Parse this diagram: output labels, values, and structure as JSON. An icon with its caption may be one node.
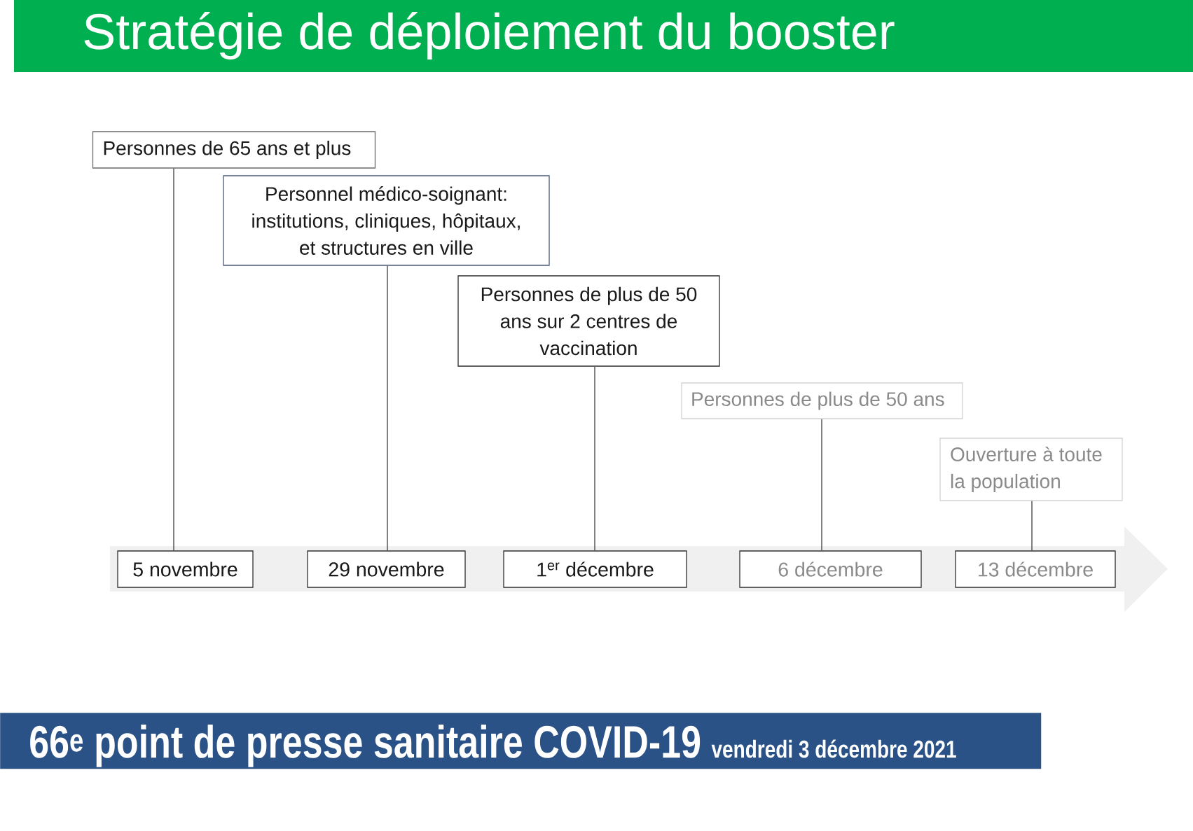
{
  "diagram": {
    "title": "Stratégie de déploiement du booster",
    "nodes": [
      {
        "text": [
          "Personnes de 65 ans et plus"
        ]
      },
      {
        "text": [
          "Personnel médico-soignant: institutions, cliniques, hôpitaux, et structures en ville"
        ]
      },
      {
        "text": [
          "Personnes de plus de 50 ans sur 2 centres de vaccination"
        ]
      },
      {
        "text": [
          "Personnes de plus de 50 ans"
        ]
      },
      {
        "text": [
          "Ouverture à toute la population"
        ]
      },
      {
        "text": [
          "5 novembre"
        ]
      },
      {
        "text": [
          "29 novembre"
        ]
      },
      {
        "text": [
          "1$^{er}$ décembre"
        ]
      },
      {
        "text": [
          "6 décembre"
        ]
      },
      {
        "text": [
          "13 décembre"
        ]
      },
      {
        "text": [
          "66$^{e}$ point de presse sanitaire COVID-19",
          "vendredi 3 décembre 2021"
        ]
      }
    ],
    "edges": [
      {
        "from": 0,
        "to": 5,
        "arrow": "none"
      },
      {
        "from": 1,
        "to": 6,
        "arrow": "none"
      },
      {
        "from": 2,
        "to": 7,
        "arrow": "none"
      },
      {
        "from": 3,
        "to": 8,
        "arrow": "none"
      },
      {
        "from": 4,
        "to": 9,
        "arrow": "none"
      }
    ]
  }
}
